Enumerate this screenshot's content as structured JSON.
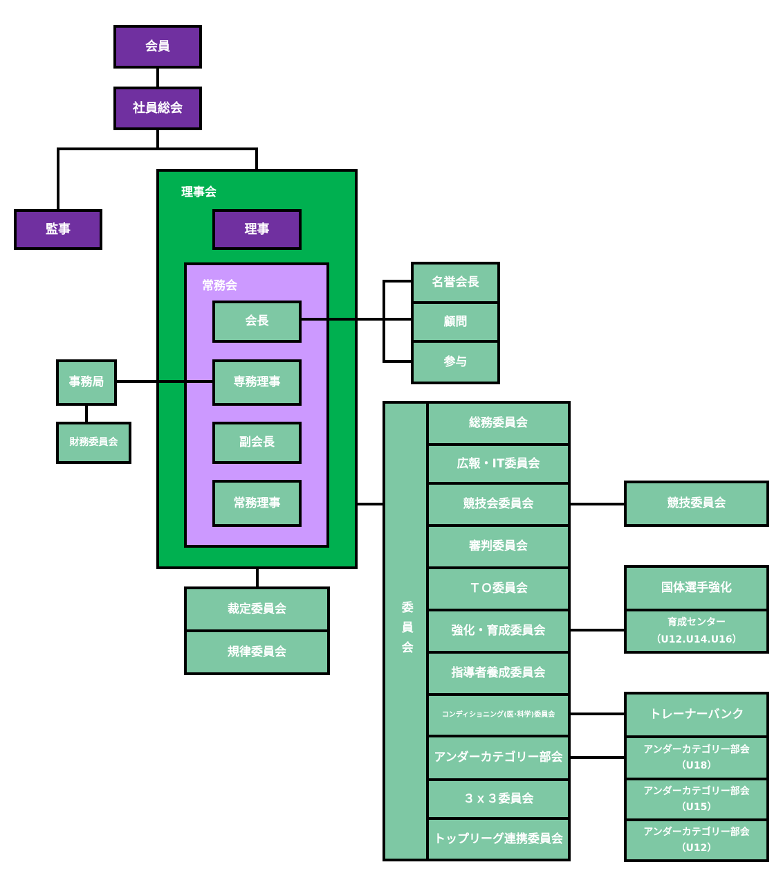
{
  "top": {
    "members": "会員",
    "general_assembly": "社員総会",
    "auditor": "監事",
    "director": "理事"
  },
  "board": {
    "label": "理事会"
  },
  "executive": {
    "label": "常務会",
    "president": "会長",
    "managing_director": "専務理事",
    "vice_president": "副会長",
    "executive_director": "常務理事"
  },
  "advisors": {
    "honorary_president": "名誉会長",
    "advisor": "顧問",
    "counselor": "参与"
  },
  "secretariat": {
    "office": "事務局",
    "finance_committee": "財務委員会"
  },
  "other_committees": {
    "arbitration": "裁定委員会",
    "discipline": "規律委員会"
  },
  "committees": {
    "label": "委員会",
    "items": [
      "総務委員会",
      "広報・IT委員会",
      "競技会委員会",
      "審判委員会",
      "ＴＯ委員会",
      "強化・育成委員会",
      "指導者養成委員会",
      "コンディショニング(医･科学)委員会",
      "アンダーカテゴリー部会",
      "３ｘ３委員会",
      "トップリーグ連携委員会"
    ]
  },
  "sub": {
    "competition": "競技委員会",
    "national_sports": "国体選手強化",
    "dev_center_1": "育成センター",
    "dev_center_2": "（U12.U14.U16）",
    "trainer_bank": "トレーナーバンク",
    "u18_1": "アンダーカテゴリー部会",
    "u18_2": "（U18）",
    "u15_1": "アンダーカテゴリー部会",
    "u15_2": "（U15）",
    "u12_1": "アンダーカテゴリー部会",
    "u12_2": "（U12）"
  },
  "colors": {
    "purple": "#7030a0",
    "green": "#00b050",
    "lavender": "#cc99ff",
    "mint": "#7ec8a4"
  }
}
